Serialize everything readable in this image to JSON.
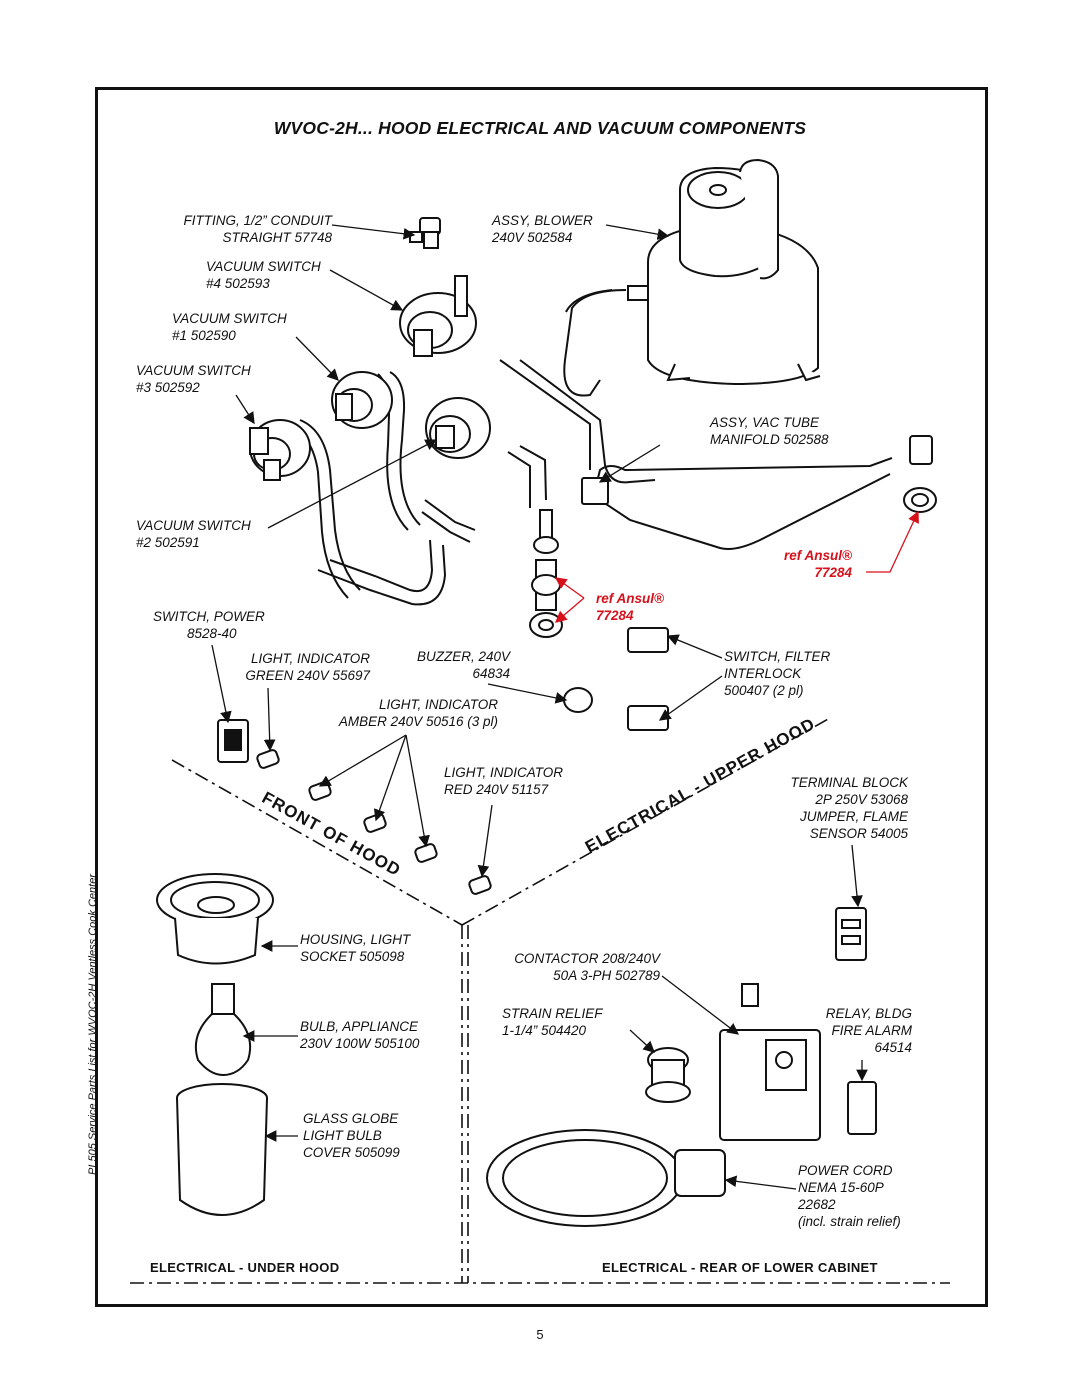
{
  "title": "WVOC-2H... HOOD ELECTRICAL AND VACUUM COMPONENTS",
  "side_text": "PL505 Service Parts List for WVOC-2H Ventless Cook Center",
  "page_number": "5",
  "sections": {
    "under_hood": "ELECTRICAL  -  UNDER HOOD",
    "rear_cabinet": "ELECTRICAL  -  REAR OF LOWER CABINET"
  },
  "zones": {
    "front_of_hood": "FRONT OF HOOD",
    "electrical_upper_hood": "ELECTRICAL  -  UPPER HOOD"
  },
  "labels": {
    "fitting": [
      "FITTING, 1/2” CONDUIT",
      "STRAIGHT   57748"
    ],
    "blower": [
      "ASSY, BLOWER",
      "240V      502584"
    ],
    "vac4": [
      "VACUUM SWITCH",
      "#4              502593"
    ],
    "vac1": [
      "VACUUM SWITCH",
      "#1            502590"
    ],
    "vac3": [
      "VACUUM SWITCH",
      "#3              502592"
    ],
    "manifold": [
      "ASSY, VAC TUBE",
      "MANIFOLD   502588"
    ],
    "vac2": [
      "VACUUM SWITCH",
      "#2               502591"
    ],
    "ansul_right": [
      "ref Ansul®",
      "77284"
    ],
    "ansul_center": [
      "ref Ansul®",
      "77284"
    ],
    "switch_power": [
      "SWITCH, POWER",
      "8528-40"
    ],
    "light_green": [
      "LIGHT, INDICATOR",
      "GREEN 240V  55697"
    ],
    "buzzer": [
      "BUZZER, 240V",
      "64834"
    ],
    "switch_filter": [
      "SWITCH, FILTER",
      "INTERLOCK",
      "500407 (2 pl)"
    ],
    "light_amber": [
      "LIGHT, INDICATOR",
      "AMBER 240V  50516 (3 pl)"
    ],
    "light_red": [
      "LIGHT, INDICATOR",
      "RED 240V   51157"
    ],
    "terminal_block": [
      "TERMINAL BLOCK",
      "2P 250V    53068",
      "JUMPER, FLAME",
      "SENSOR    54005"
    ],
    "housing": [
      "HOUSING, LIGHT",
      "SOCKET   505098"
    ],
    "bulb": [
      "BULB, APPLIANCE",
      "230V 100W  505100"
    ],
    "globe": [
      "GLASS GLOBE",
      "LIGHT BULB",
      "COVER   505099"
    ],
    "contactor": [
      "CONTACTOR 208/240V",
      "50A 3-PH    502789"
    ],
    "strain_relief": [
      "STRAIN RELIEF",
      "1-1/4”     504420"
    ],
    "relay": [
      "RELAY, BLDG",
      "FIRE ALARM",
      "64514"
    ],
    "power_cord": [
      "POWER CORD",
      "NEMA 15-60P",
      "22682",
      "(incl. strain relief)"
    ]
  },
  "colors": {
    "ink": "#111111",
    "accent_red": "#d6111b"
  }
}
